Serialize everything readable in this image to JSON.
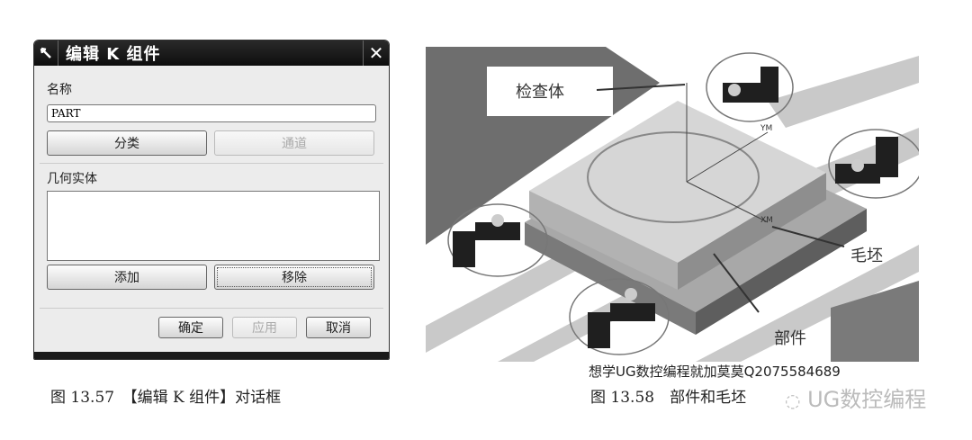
{
  "dialog": {
    "title": "编辑 K 组件",
    "name_label": "名称",
    "name_value": "PART",
    "classify_button": "分类",
    "channel_button": "通道",
    "geometry_label": "几何实体",
    "add_button": "添加",
    "remove_button": "移除",
    "ok_button": "确定",
    "apply_button": "应用",
    "cancel_button": "取消"
  },
  "captions": {
    "left": "图 13.57　【编辑 K 组件】对话框",
    "right": "图 13.58　部件和毛坯"
  },
  "figure": {
    "labels": {
      "check_body": "检查体",
      "blank": "毛坯",
      "part": "部件",
      "ym": "YM",
      "xm": "XM"
    },
    "colors": {
      "dark": "#6e6e6e",
      "mid": "#a8a8a8",
      "light": "#d6d6d6",
      "clamp": "#1f1f1f"
    }
  },
  "watermark": {
    "line1": "想学UG数控编程就加莫莫Q2075584689",
    "line2": "UG数控编程"
  }
}
